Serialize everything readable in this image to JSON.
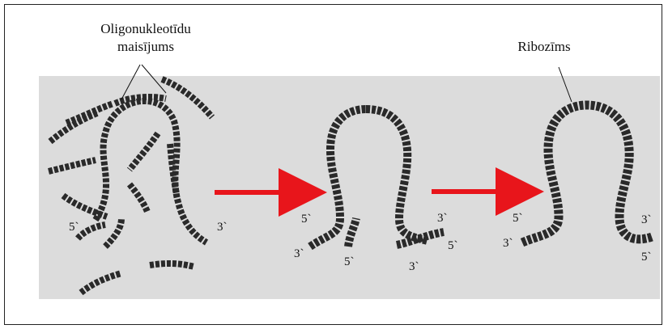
{
  "labels": {
    "mixture_line1": "Oligonukleotīdu",
    "mixture_line2": "maisījums",
    "ribozyme": "Ribozīms"
  },
  "stage1_ends": {
    "five": "5`",
    "three": "3`"
  },
  "stage2_ends": {
    "five_left": "5`",
    "three_left": "3`",
    "five_bottom_left": "5`",
    "three_right": "3`",
    "five_right": "5`",
    "three_bottom_right": "3`"
  },
  "stage3_ends": {
    "five_left": "5`",
    "three_left": "3`",
    "three_right": "3`",
    "five_right": "5`"
  },
  "colors": {
    "arrow": "#e8151b",
    "strand": "#2a2a2a",
    "panel": "#dcdcdc"
  }
}
